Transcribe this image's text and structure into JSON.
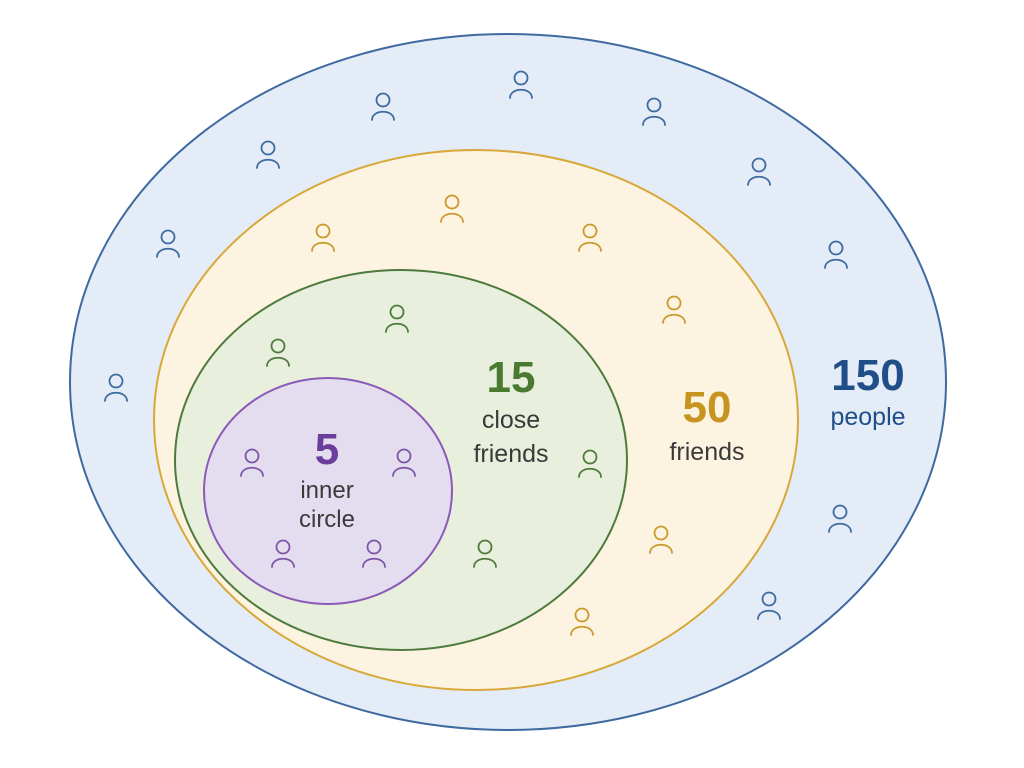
{
  "layers": {
    "people": {
      "number": "150",
      "label": "people",
      "fill": "#e3ecf7",
      "stroke": "#3f6aa0",
      "text_color": "#1f4e89",
      "icon_color": "#3f6aa0"
    },
    "friends": {
      "number": "50",
      "label": "friends",
      "fill": "#fcf3e1",
      "stroke": "#d8a93a",
      "text_color": "#c7951f",
      "icon_color": "#c99a2c"
    },
    "close_friends": {
      "number": "15",
      "label_line1": "close",
      "label_line2": "friends",
      "fill": "#e8efdd",
      "stroke": "#4e7a3c",
      "text_color": "#4a7a2f",
      "icon_color": "#4e7a3c"
    },
    "inner_circle": {
      "number": "5",
      "label_line1": "inner",
      "label_line2": "circle",
      "fill": "#e4dcef",
      "stroke": "#8a5ab8",
      "text_color": "#6a3e9a",
      "icon_color": "#7d56a8"
    }
  },
  "icons": {
    "name": "person-icon",
    "text_color_labels": "#333333"
  }
}
